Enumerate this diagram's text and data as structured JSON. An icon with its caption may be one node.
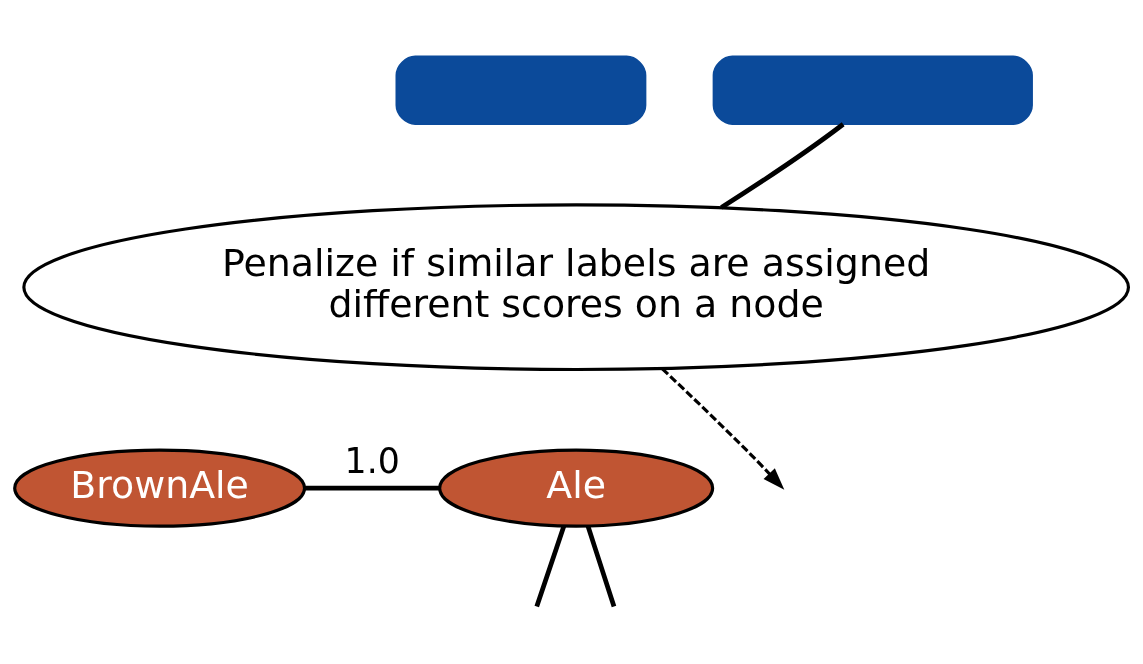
{
  "diagram": {
    "nodes": [
      {
        "text": [],
        "shape": "box"
      },
      {
        "text": [],
        "shape": "box"
      },
      {
        "text": [
          "Penalize if similar labels are assigned different scores on a node"
        ]
      },
      {
        "text": [
          "BrownAle"
        ]
      },
      {
        "text": [
          "Ale"
        ]
      }
    ],
    "edges": [
      {
        "from": 2,
        "to": 1,
        "arrow": "none"
      },
      {
        "from": 2,
        "to": null,
        "arrow": "to",
        "style": "dashed"
      },
      {
        "from": 3,
        "to": 4,
        "arrow": "none",
        "label": "1.0"
      },
      {
        "from": 4,
        "to": null,
        "arrow": "none"
      },
      {
        "from": 4,
        "to": null,
        "arrow": "none"
      }
    ]
  }
}
